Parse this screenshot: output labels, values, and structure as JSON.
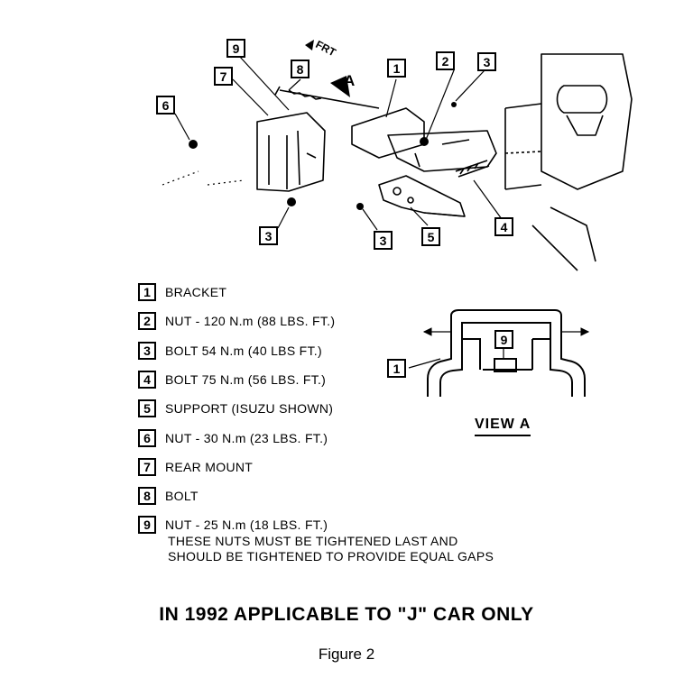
{
  "diagram": {
    "callouts": {
      "c1": "1",
      "c2": "2",
      "c3_top": "3",
      "c6": "6",
      "c7": "7",
      "c8": "8",
      "c9": "9",
      "c3_bottom_left": "3",
      "c3_bottom_mid": "3",
      "c5": "5",
      "c4": "4",
      "view_a_9": "9",
      "view_a_1": "1"
    },
    "direction_label": "FRT",
    "view_arrow_letter": "A",
    "view_label": "VIEW A"
  },
  "legend": [
    {
      "num": "1",
      "text": "BRACKET"
    },
    {
      "num": "2",
      "text": "NUT - 120 N.m (88 LBS. FT.)"
    },
    {
      "num": "3",
      "text": "BOLT 54 N.m (40 LBS FT.)"
    },
    {
      "num": "4",
      "text": "BOLT 75 N.m (56 LBS. FT.)"
    },
    {
      "num": "5",
      "text": "SUPPORT (ISUZU SHOWN)"
    },
    {
      "num": "6",
      "text": "NUT - 30 N.m (23 LBS. FT.)"
    },
    {
      "num": "7",
      "text": "REAR MOUNT"
    },
    {
      "num": "8",
      "text": "BOLT"
    },
    {
      "num": "9",
      "text": "NUT - 25 N.m (18 LBS. FT.)"
    }
  ],
  "note": [
    "THESE NUTS MUST BE TIGHTENED LAST AND",
    "SHOULD BE TIGHTENED TO PROVIDE EQUAL GAPS"
  ],
  "applicability": "IN 1992 APPLICABLE TO \"J\" CAR ONLY",
  "caption": "Figure 2"
}
